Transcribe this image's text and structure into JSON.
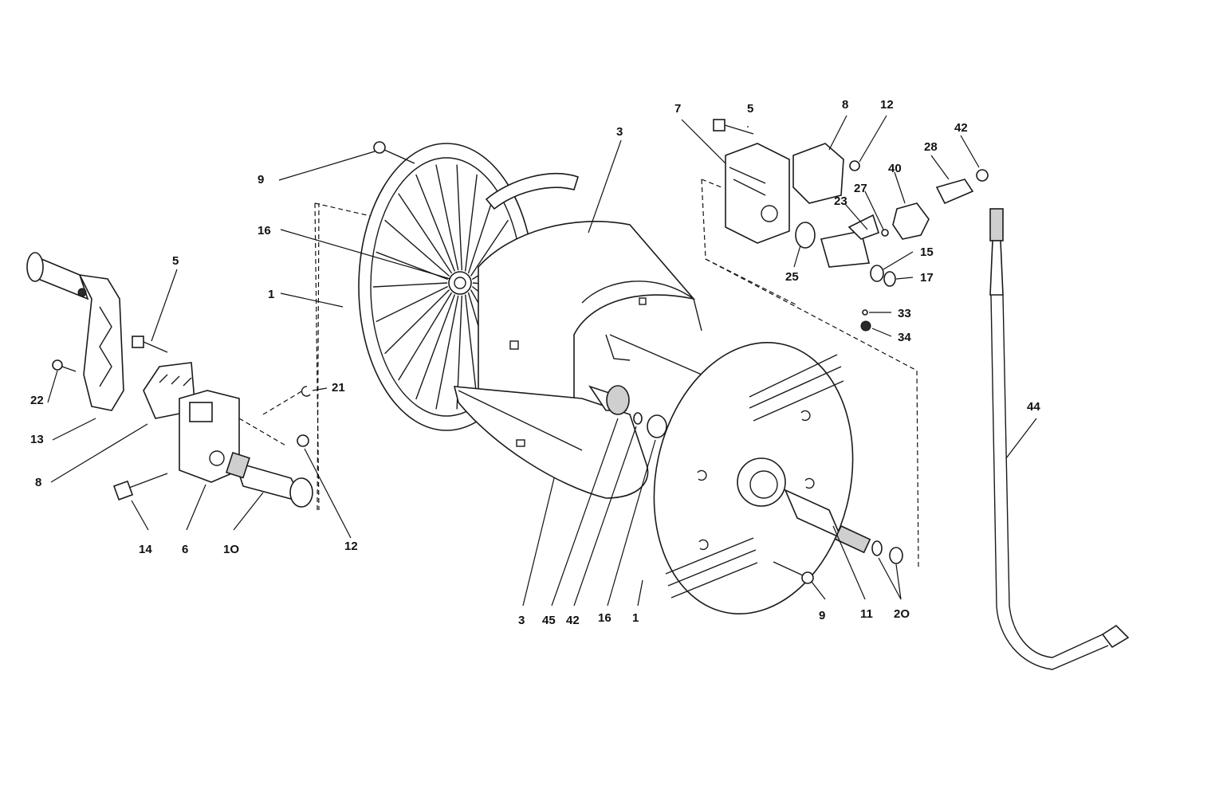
{
  "diagram": {
    "type": "exploded-parts-diagram",
    "callouts": [
      {
        "id": "c-9-top",
        "text": "9"
      },
      {
        "id": "c-16-left",
        "text": "16"
      },
      {
        "id": "c-1-left",
        "text": "1"
      },
      {
        "id": "c-5-left",
        "text": "5"
      },
      {
        "id": "c-22",
        "text": "22"
      },
      {
        "id": "c-13",
        "text": "13"
      },
      {
        "id": "c-8-left",
        "text": "8"
      },
      {
        "id": "c-21",
        "text": "21"
      },
      {
        "id": "c-12-left",
        "text": "12"
      },
      {
        "id": "c-14",
        "text": "14"
      },
      {
        "id": "c-6",
        "text": "6"
      },
      {
        "id": "c-10",
        "text": "1O"
      },
      {
        "id": "c-3-top",
        "text": "3"
      },
      {
        "id": "c-3-bottom",
        "text": "3"
      },
      {
        "id": "c-45",
        "text": "45"
      },
      {
        "id": "c-42-bottom",
        "text": "42"
      },
      {
        "id": "c-16-bottom",
        "text": "16"
      },
      {
        "id": "c-1-bottom",
        "text": "1"
      },
      {
        "id": "c-9-bottom",
        "text": "9"
      },
      {
        "id": "c-11",
        "text": "11"
      },
      {
        "id": "c-20",
        "text": "2O"
      },
      {
        "id": "c-7",
        "text": "7"
      },
      {
        "id": "c-5-top",
        "text": "5"
      },
      {
        "id": "c-8-top",
        "text": "8"
      },
      {
        "id": "c-12-top",
        "text": "12"
      },
      {
        "id": "c-42-top",
        "text": "42"
      },
      {
        "id": "c-28",
        "text": "28"
      },
      {
        "id": "c-40",
        "text": "40"
      },
      {
        "id": "c-27",
        "text": "27"
      },
      {
        "id": "c-23",
        "text": "23"
      },
      {
        "id": "c-25",
        "text": "25"
      },
      {
        "id": "c-15",
        "text": "15"
      },
      {
        "id": "c-17",
        "text": "17"
      },
      {
        "id": "c-33",
        "text": "33"
      },
      {
        "id": "c-34",
        "text": "34"
      },
      {
        "id": "c-44",
        "text": "44"
      }
    ]
  }
}
